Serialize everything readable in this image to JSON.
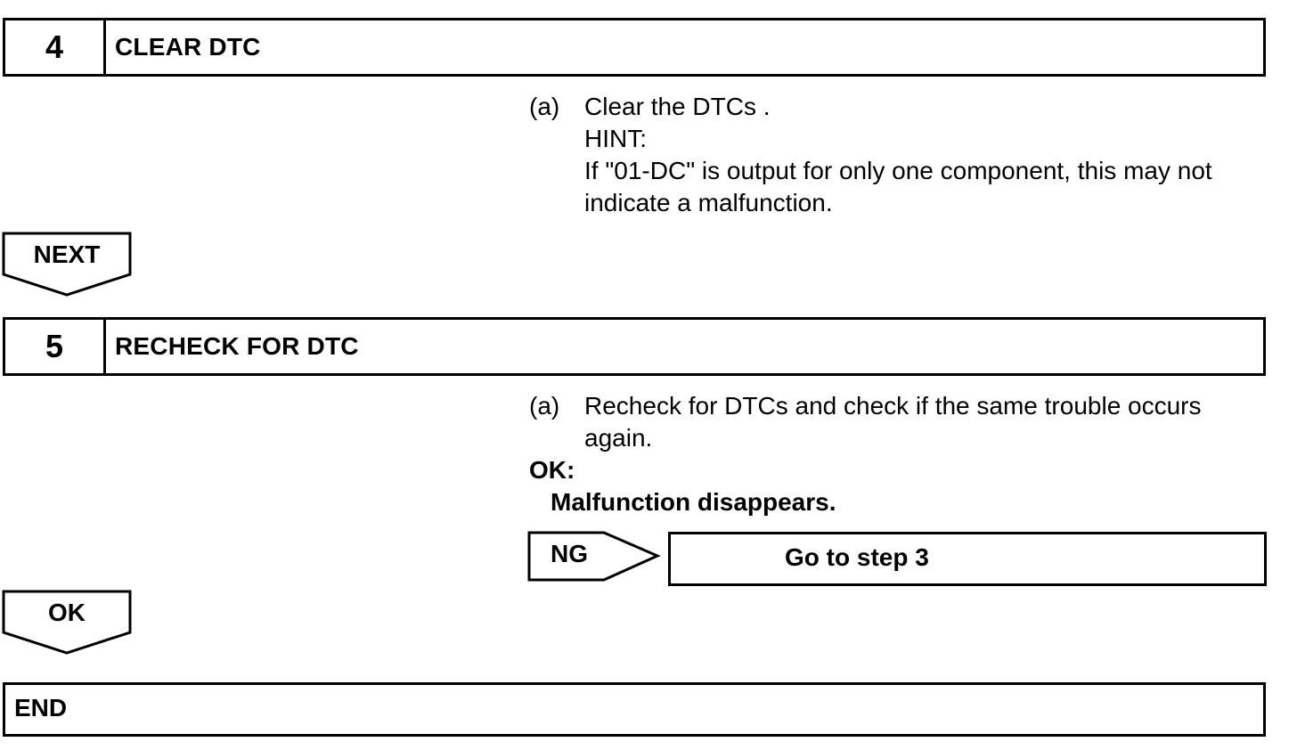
{
  "steps": [
    {
      "number": "4",
      "title": "CLEAR DTC",
      "paragraph": {
        "marker": "(a)",
        "lines": [
          "Clear the DTCs .",
          "HINT:",
          "If \"01-DC\" is output for only one component, this may not",
          "indicate a malfunction."
        ]
      },
      "next_label": "NEXT"
    },
    {
      "number": "5",
      "title": "RECHECK FOR DTC",
      "paragraph": {
        "marker": "(a)",
        "lines": [
          "Recheck for DTCs and check if the same trouble occurs",
          "again."
        ]
      },
      "ok_heading": "OK:",
      "ok_condition": "Malfunction disappears.",
      "ng_label": "NG",
      "ng_target": "Go to step 3",
      "ok_label": "OK"
    }
  ],
  "end_label": "END"
}
